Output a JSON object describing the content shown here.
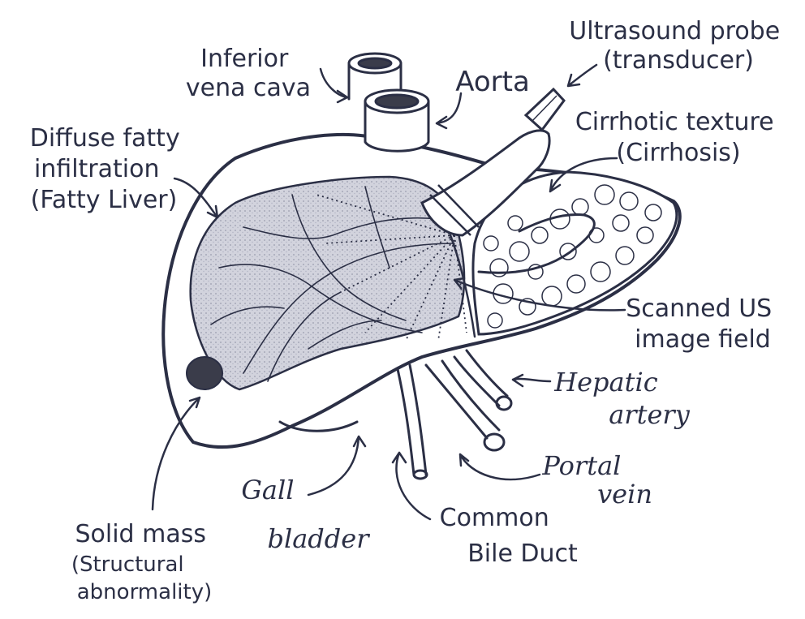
{
  "colors": {
    "ink": "#2b2f45",
    "fatty_shade": "#c9cad6",
    "mass": "#3a3c4a",
    "background": "#ffffff"
  },
  "labels": {
    "ultrasound_probe": [
      "Ultrasound probe",
      "(transducer)"
    ],
    "inferior_vena_cava": [
      "Inferior",
      "vena cava"
    ],
    "aorta": [
      "Aorta"
    ],
    "cirrhotic_texture": [
      "Cirrhotic texture",
      "(Cirrhosis)"
    ],
    "fatty_infiltration": [
      "Diffuse fatty",
      "infiltration",
      "(Fatty Liver)"
    ],
    "scanned_field": [
      "Scanned US",
      "image field"
    ],
    "hepatic_artery": [
      "Hepatic",
      "artery"
    ],
    "portal_vein": [
      "Portal",
      "vein"
    ],
    "gall_bladder": [
      "Gall",
      "bladder"
    ],
    "common_bile_duct": [
      "Common",
      "Bile Duct"
    ],
    "solid_mass": [
      "Solid mass",
      "(Structural",
      "abnormality)"
    ]
  }
}
